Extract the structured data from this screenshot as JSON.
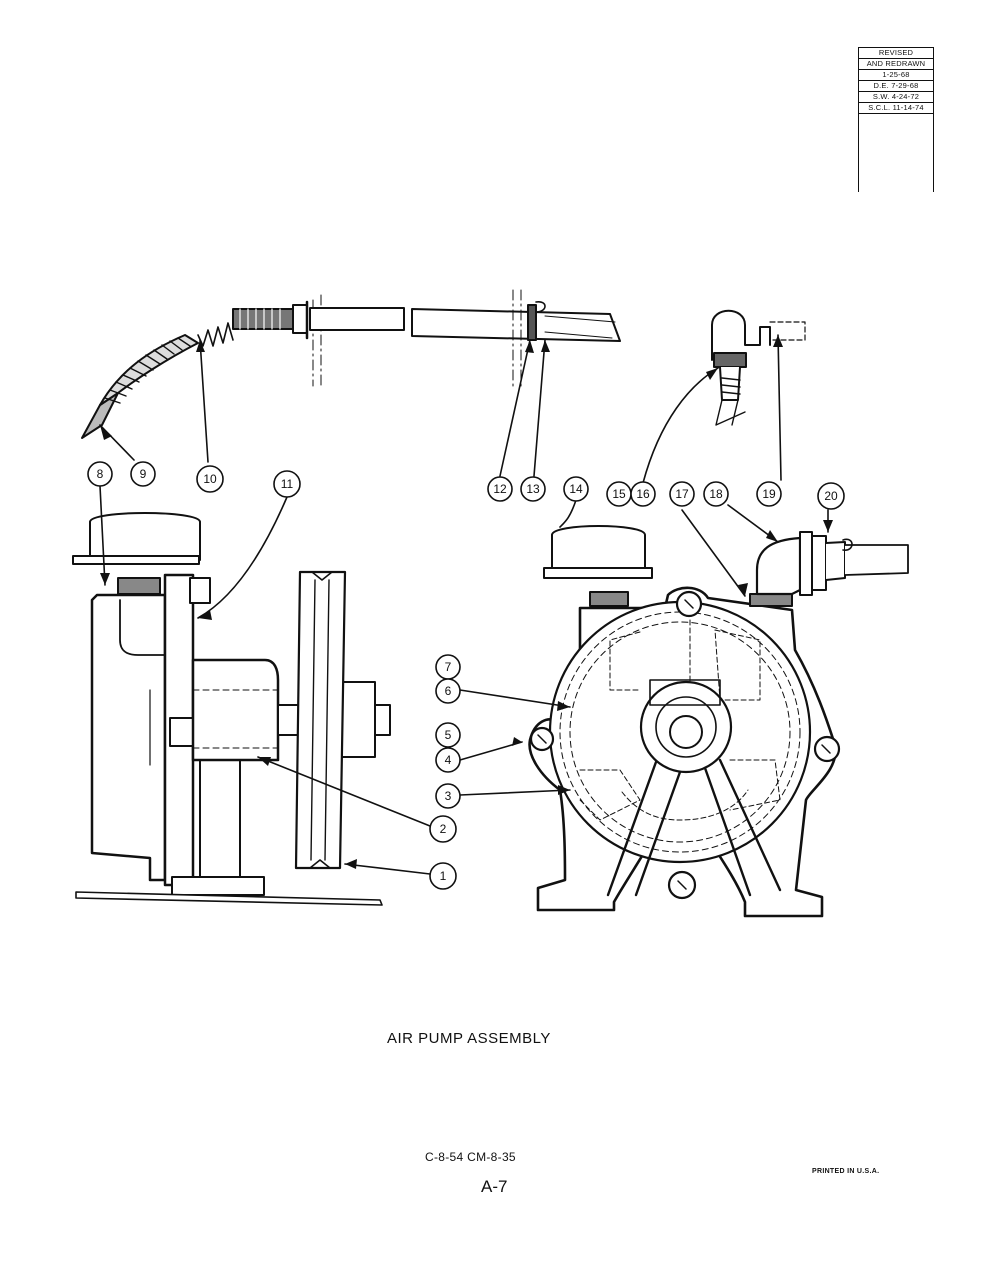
{
  "revision_block": {
    "lines": [
      "REVISED",
      "AND REDRAWN",
      "1-25-68",
      "D.E.   7-29-68",
      "S.W. 4-24-72",
      "S.C.L. 11-14-74"
    ]
  },
  "callouts": [
    "1",
    "2",
    "3",
    "4",
    "5",
    "6",
    "7",
    "8",
    "9",
    "10",
    "11",
    "12",
    "13",
    "14",
    "15",
    "16",
    "17",
    "18",
    "19",
    "20"
  ],
  "figure": {
    "title": "AIR PUMP ASSEMBLY",
    "codes": "C-8-54  CM-8-35",
    "page_number": "A-7",
    "printed": "PRINTED IN U.S.A."
  }
}
